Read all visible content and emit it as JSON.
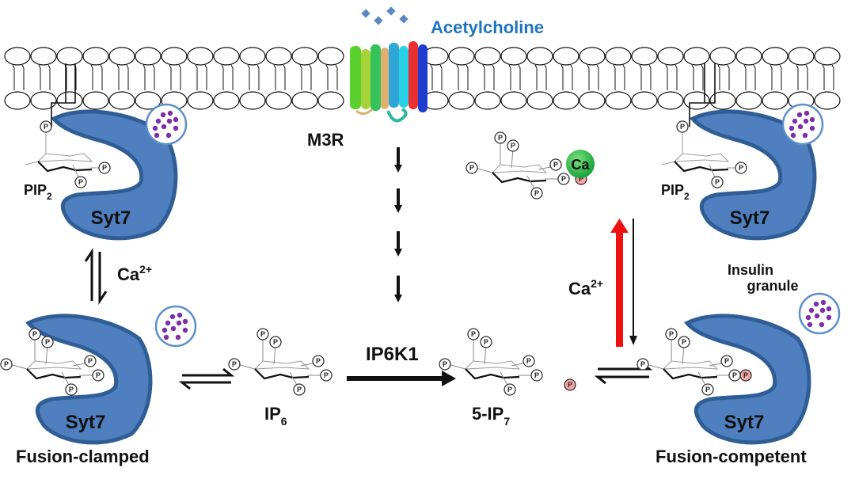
{
  "title": "IP7-Syt7 insulin granule fusion model",
  "colors": {
    "syt7_fill": "#4f7fbf",
    "syt7_stroke": "#2f5d96",
    "granule_stroke": "#5b8fcb",
    "granule_dots": "#7b2fa8",
    "acetylcholine": "#1f74c0",
    "calcium": "#22b14c",
    "pyrophosphate": "#f4a6a6",
    "ca_arrow": "#ee1111"
  },
  "labels": {
    "acetylcholine": "Acetylcholine",
    "receptor": "M3R",
    "enzyme": "IP6K1",
    "syt7": "Syt7",
    "pip2_base": "PIP",
    "pip2_sub": "2",
    "ip6_base": "IP",
    "ip6_sub": "6",
    "ip7_base": "5-IP",
    "ip7_sub": "7",
    "ca_base": "Ca",
    "ca_sup": "2+",
    "ca_atom": "Ca",
    "phosphate": "P",
    "insulin_line1": "Insulin",
    "insulin_line2": "granule",
    "state_left": "Fusion-clamped",
    "state_right": "Fusion-competent"
  }
}
